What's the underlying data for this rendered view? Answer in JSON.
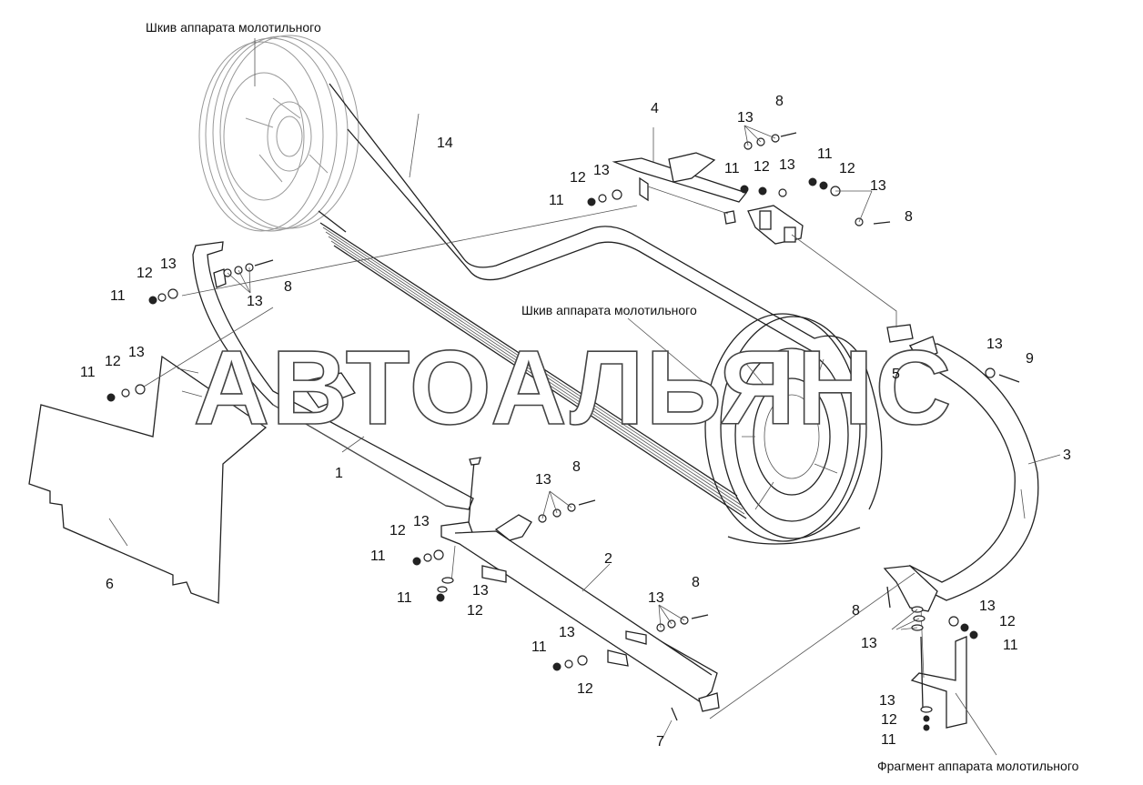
{
  "captions": {
    "pulley_top": "Шкив аппарата молотильного",
    "pulley_mid": "Шкив аппарата молотильного",
    "fragment": "Фрагмент аппарата молотильного"
  },
  "watermark": "АВТОАЛЬЯНС",
  "callouts": [
    {
      "id": "c14",
      "text": "14"
    },
    {
      "id": "c4",
      "text": "4"
    },
    {
      "id": "c8a",
      "text": "8"
    },
    {
      "id": "c13a",
      "text": "13"
    },
    {
      "id": "c12a",
      "text": "12"
    },
    {
      "id": "c13b",
      "text": "13"
    },
    {
      "id": "c11a",
      "text": "11"
    },
    {
      "id": "c11b",
      "text": "11"
    },
    {
      "id": "c12b",
      "text": "12"
    },
    {
      "id": "c13c",
      "text": "13"
    },
    {
      "id": "c11c",
      "text": "11"
    },
    {
      "id": "c12c",
      "text": "12"
    },
    {
      "id": "c13d",
      "text": "13"
    },
    {
      "id": "c8b",
      "text": "8"
    },
    {
      "id": "c12d",
      "text": "12"
    },
    {
      "id": "c13e",
      "text": "13"
    },
    {
      "id": "c11d",
      "text": "11"
    },
    {
      "id": "c13f",
      "text": "13"
    },
    {
      "id": "c8c",
      "text": "8"
    },
    {
      "id": "c11e",
      "text": "11"
    },
    {
      "id": "c12e",
      "text": "12"
    },
    {
      "id": "c13g",
      "text": "13"
    },
    {
      "id": "c5",
      "text": "5"
    },
    {
      "id": "c13h",
      "text": "13"
    },
    {
      "id": "c9",
      "text": "9"
    },
    {
      "id": "c3",
      "text": "3"
    },
    {
      "id": "c1",
      "text": "1"
    },
    {
      "id": "c13i",
      "text": "13"
    },
    {
      "id": "c8d",
      "text": "8"
    },
    {
      "id": "c12f",
      "text": "12"
    },
    {
      "id": "c13j",
      "text": "13"
    },
    {
      "id": "c11f",
      "text": "11"
    },
    {
      "id": "c2",
      "text": "2"
    },
    {
      "id": "c13k",
      "text": "13"
    },
    {
      "id": "c11g",
      "text": "11"
    },
    {
      "id": "c12g",
      "text": "12"
    },
    {
      "id": "c6",
      "text": "6"
    },
    {
      "id": "c8e",
      "text": "8"
    },
    {
      "id": "c13l",
      "text": "13"
    },
    {
      "id": "c13m",
      "text": "13"
    },
    {
      "id": "c11h",
      "text": "11"
    },
    {
      "id": "c12h",
      "text": "12"
    },
    {
      "id": "c7",
      "text": "7"
    },
    {
      "id": "c8f",
      "text": "8"
    },
    {
      "id": "c13n",
      "text": "13"
    },
    {
      "id": "c12i",
      "text": "12"
    },
    {
      "id": "c13o",
      "text": "13"
    },
    {
      "id": "c11i",
      "text": "11"
    },
    {
      "id": "c13p",
      "text": "13"
    },
    {
      "id": "c12j",
      "text": "12"
    },
    {
      "id": "c11j",
      "text": "11"
    }
  ]
}
